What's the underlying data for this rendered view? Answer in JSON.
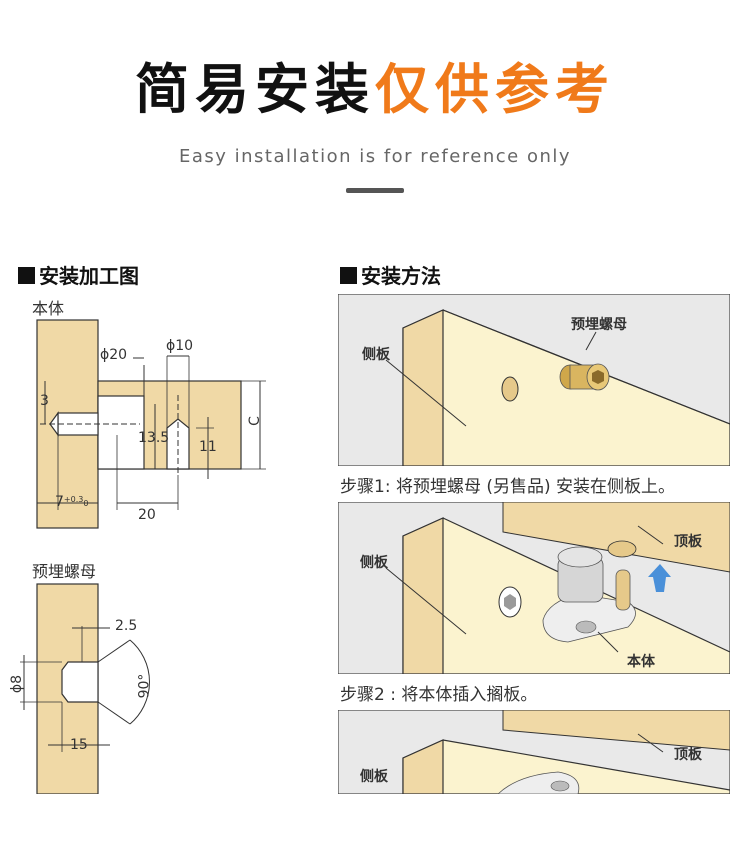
{
  "header": {
    "title_black": "简易安装",
    "title_orange": "仅供参考",
    "subtitle": "Easy installation is for reference only"
  },
  "left": {
    "heading": "安装加工图",
    "body_label": "本体",
    "dims": {
      "phi20": "ϕ20",
      "phi10": "ϕ10",
      "three": "3",
      "d135": "13.5",
      "d11": "11",
      "c": "C",
      "seven": "7",
      "seven_tol": "+0.3",
      "seven_tol2": "0",
      "twenty": "20"
    },
    "nut_label": "预埋螺母",
    "nut_dims": {
      "d25": "2.5",
      "phi8": "ϕ8",
      "deg90": "90°",
      "d15": "15"
    }
  },
  "right": {
    "heading": "安装方法",
    "panel1": {
      "side_label": "侧板",
      "nut_label": "预埋螺母"
    },
    "step1": "步骤1: 将预埋螺母 (另售品) 安装在侧板上。",
    "panel2": {
      "side_label": "侧板",
      "top_label": "顶板",
      "body_label": "本体"
    },
    "step2": "步骤2 : 将本体插入搁板。",
    "panel3": {
      "side_label": "侧板",
      "top_label": "顶板"
    }
  },
  "colors": {
    "accent": "#f07a1a",
    "wood": "#f0d9a6",
    "wood_light": "#fbf3cf"
  }
}
